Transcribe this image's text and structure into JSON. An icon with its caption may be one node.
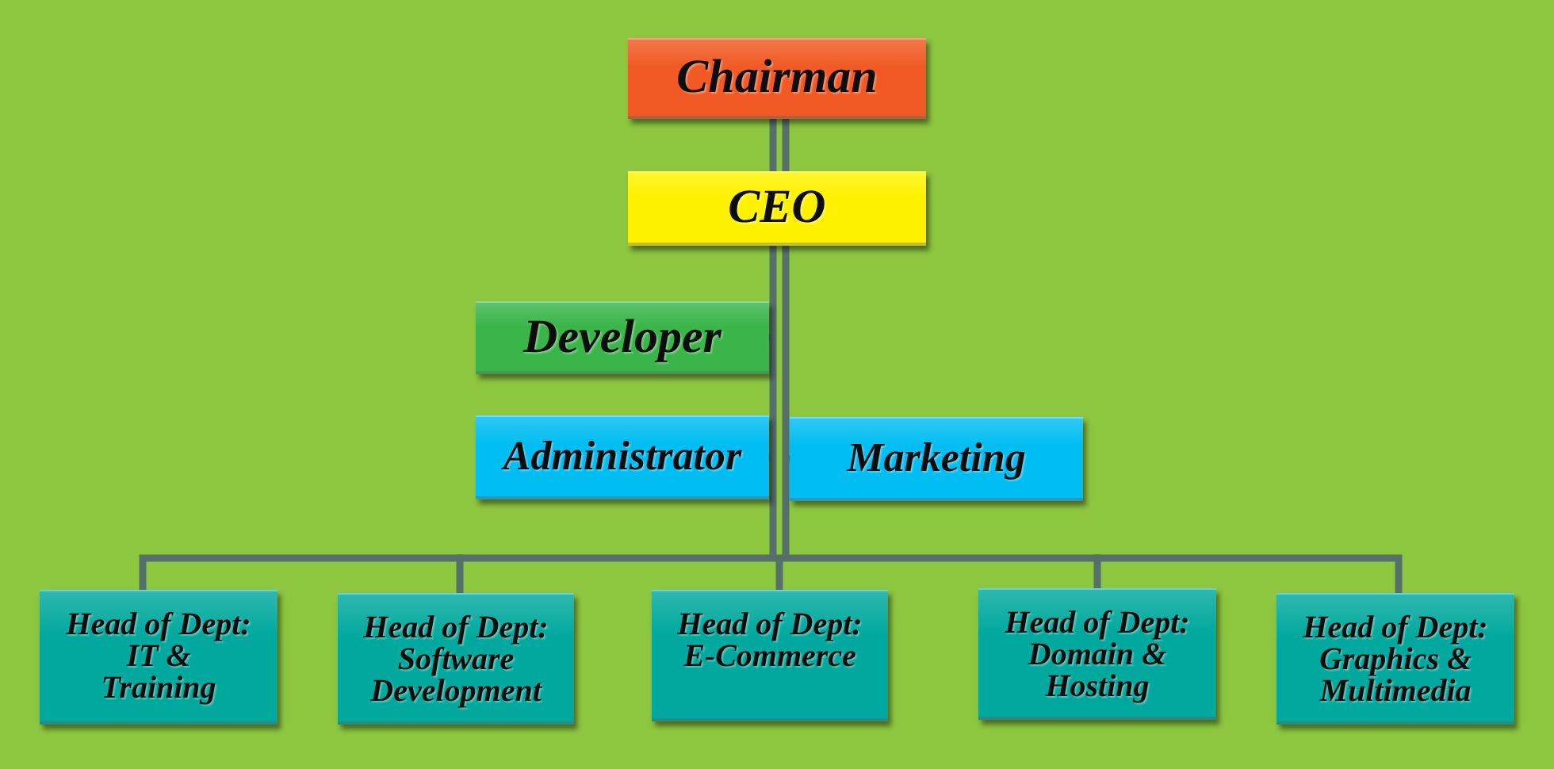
{
  "diagram": {
    "nodes": [
      {
        "text": [
          "Chairman"
        ]
      },
      {
        "text": [
          "CEO"
        ]
      },
      {
        "text": [
          "Developer"
        ]
      },
      {
        "text": [
          "Administrator"
        ]
      },
      {
        "text": [
          "Marketing"
        ]
      },
      {
        "text": [
          "Head of Dept:",
          "IT & Training"
        ]
      },
      {
        "text": [
          "Head of Dept:",
          "Software Development"
        ]
      },
      {
        "text": [
          "Head of Dept:",
          "E-Commerce"
        ]
      },
      {
        "text": [
          "Head of Dept:",
          "Domain & Hosting"
        ]
      },
      {
        "text": [
          "Head of Dept:",
          "Graphics & Multimedia"
        ]
      }
    ],
    "edges": [
      {
        "from": 0,
        "to": 1,
        "arrow": "none"
      },
      {
        "from": 1,
        "to": 2,
        "arrow": "none"
      },
      {
        "from": 1,
        "to": 3,
        "arrow": "none"
      },
      {
        "from": 1,
        "to": 4,
        "arrow": "none"
      },
      {
        "from": 1,
        "to": 5,
        "arrow": "none"
      },
      {
        "from": 1,
        "to": 6,
        "arrow": "none"
      },
      {
        "from": 1,
        "to": 7,
        "arrow": "none"
      },
      {
        "from": 1,
        "to": 8,
        "arrow": "none"
      },
      {
        "from": 1,
        "to": 9,
        "arrow": "none"
      }
    ]
  }
}
